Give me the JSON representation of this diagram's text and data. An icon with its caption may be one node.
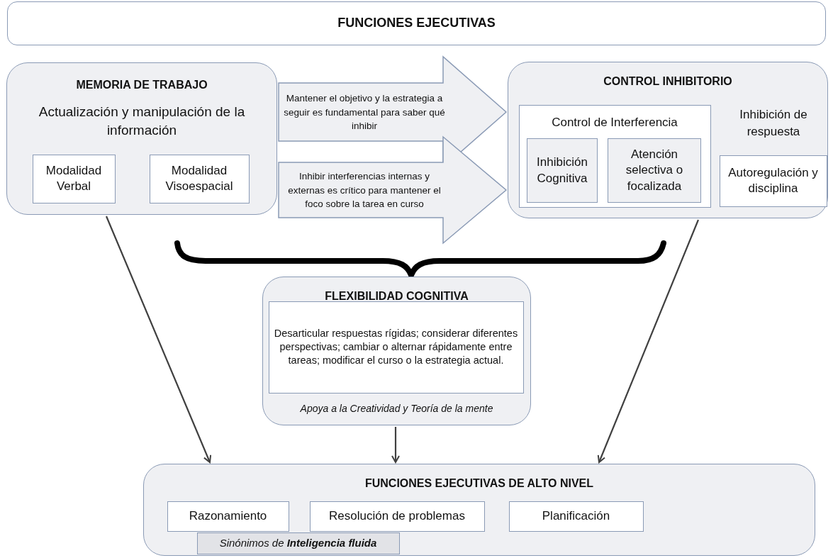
{
  "diagram": {
    "nodes": [
      {
        "text": [
          "FUNCIONES EJECUTIVAS"
        ]
      },
      {
        "text": [
          "MEMORIA DE TRABAJO",
          "Actualización y manipulación de la información"
        ]
      },
      {
        "text": [
          "Modalidad Verbal"
        ],
        "in": 1
      },
      {
        "text": [
          "Modalidad Visoespacial"
        ],
        "in": 1
      },
      {
        "text": [
          "CONTROL INHIBITORIO"
        ]
      },
      {
        "text": [
          "Control de Interferencia"
        ],
        "in": 4
      },
      {
        "text": [
          "Inhibición Cognitiva"
        ],
        "in": 5
      },
      {
        "text": [
          "Atención selectiva o focalizada"
        ],
        "in": 5
      },
      {
        "text": [
          "Autoregulación y disciplina"
        ],
        "in": 4
      },
      {
        "text": [
          "FLEXIBILIDAD COGNITIVA",
          "Apoya a la Creatividad y Teoría de la mente"
        ]
      },
      {
        "text": [
          "Desarticular respuestas rígidas; considerar diferentes perspectivas; cambiar o alternar rápidamente entre tareas; modificar el curso o la estrategia actual."
        ],
        "in": 9
      },
      {
        "text": [
          "FUNCIONES EJECUTIVAS DE ALTO NIVEL"
        ]
      },
      {
        "text": [
          "Razonamiento"
        ],
        "in": 11
      },
      {
        "text": [
          "Resolución de problemas"
        ],
        "in": 11
      },
      {
        "text": [
          "Planificación"
        ],
        "in": 11
      },
      {
        "text": [
          "Sinónimos de **Inteligencia fluida**"
        ],
        "in": 11
      }
    ],
    "edges": [
      {
        "from": 1,
        "to": 4,
        "arrow": "to",
        "style": "thick",
        "label": "Mantener el objetivo y la estrategia a seguir es fundamental para saber qué inhibir"
      },
      {
        "from": 1,
        "to": 4,
        "arrow": "to",
        "style": "thick",
        "label": "Inhibir interferencias internas y externas es crítico para mantener el foco sobre la tarea en curso"
      },
      {
        "from": 1,
        "to": 11,
        "arrow": "to"
      },
      {
        "from": 9,
        "to": 11,
        "arrow": "to"
      },
      {
        "from": 4,
        "to": 11,
        "arrow": "to"
      }
    ],
    "labels": [
      "Inhibición de respuesta"
    ]
  }
}
